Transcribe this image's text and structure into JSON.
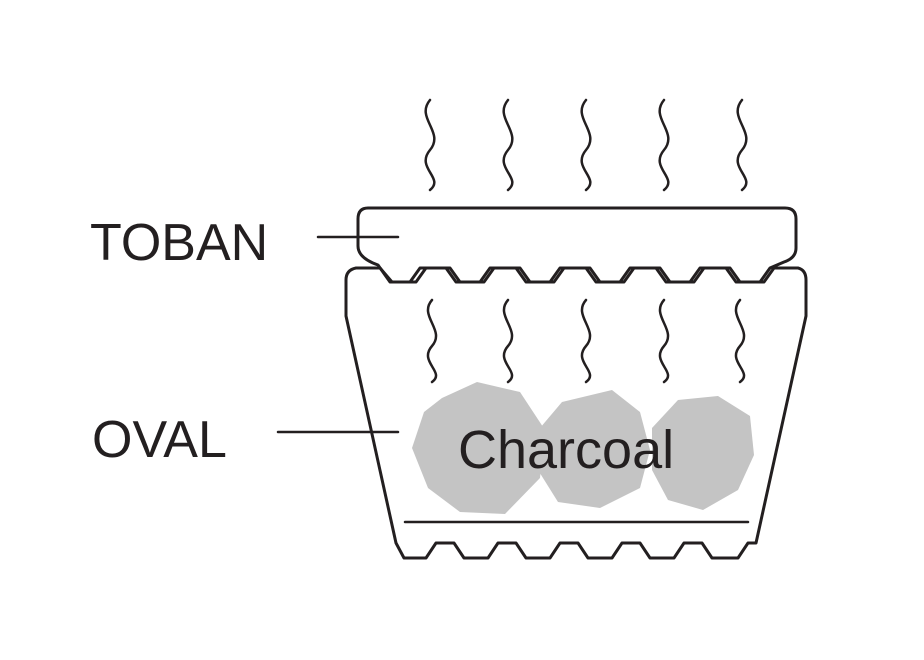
{
  "labels": {
    "toban": "TOBAN",
    "oval": "OVAL",
    "charcoal": "Charcoal"
  },
  "colors": {
    "line": "#231f20",
    "charcoal_fill": "#c4c4c4",
    "background": "#ffffff"
  }
}
